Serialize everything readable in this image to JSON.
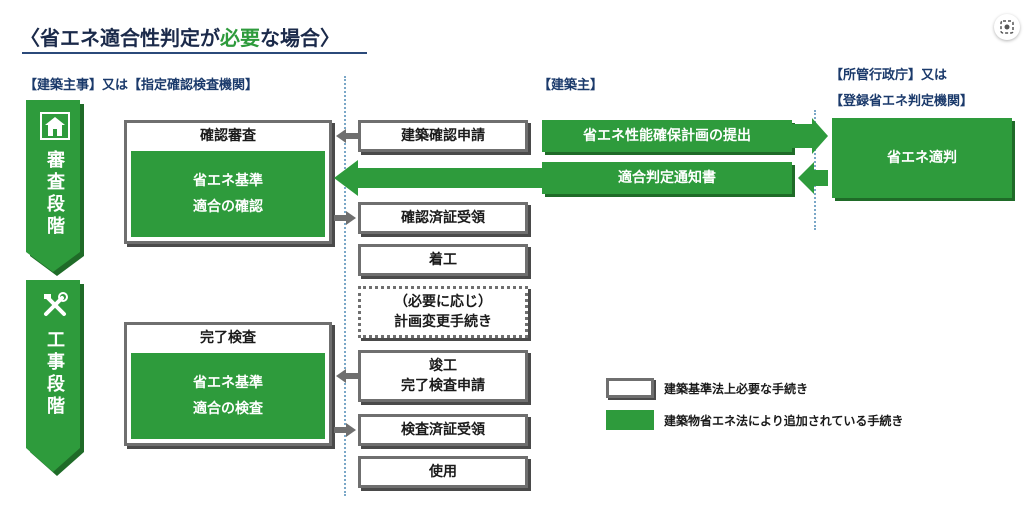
{
  "title": {
    "prefix": "〈省エネ適合性判定が",
    "highlight": "必要",
    "suffix": "な場合〉"
  },
  "columns": {
    "left": "【建築主事】又は【指定確認検査機関】",
    "middle": "【建築主】",
    "right_line1": "【所管行政庁】又は",
    "right_line2": "【登録省エネ判定機関】"
  },
  "stages": {
    "review": "審査段階",
    "construction": "工事段階"
  },
  "left_boxes": {
    "confirm_review": {
      "caption": "確認審査",
      "line1": "省エネ基準",
      "line2": "適合の確認"
    },
    "completion_inspection": {
      "caption": "完了検査",
      "line1": "省エネ基準",
      "line2": "適合の検査"
    }
  },
  "middle_boxes": {
    "application": "建築確認申請",
    "certificate": "確認済証受領",
    "start": "着工",
    "change_line1": "（必要に応じ）",
    "change_line2": "計画変更手続き",
    "completion_line1": "竣工",
    "completion_line2": "完了検査申請",
    "inspection_cert": "検査済証受領",
    "use": "使用"
  },
  "flows": {
    "submit_plan": "省エネ性能確保計画の提出",
    "notice": "適合判定通知書"
  },
  "right_box": "省エネ適判",
  "legend": {
    "white": "建築基準法上必要な手続き",
    "green": "建築物省エネ法により追加されている手続き"
  },
  "colors": {
    "green": "#2e9b3c",
    "gray": "#6f6f6f",
    "navy": "#1b3a6b"
  }
}
